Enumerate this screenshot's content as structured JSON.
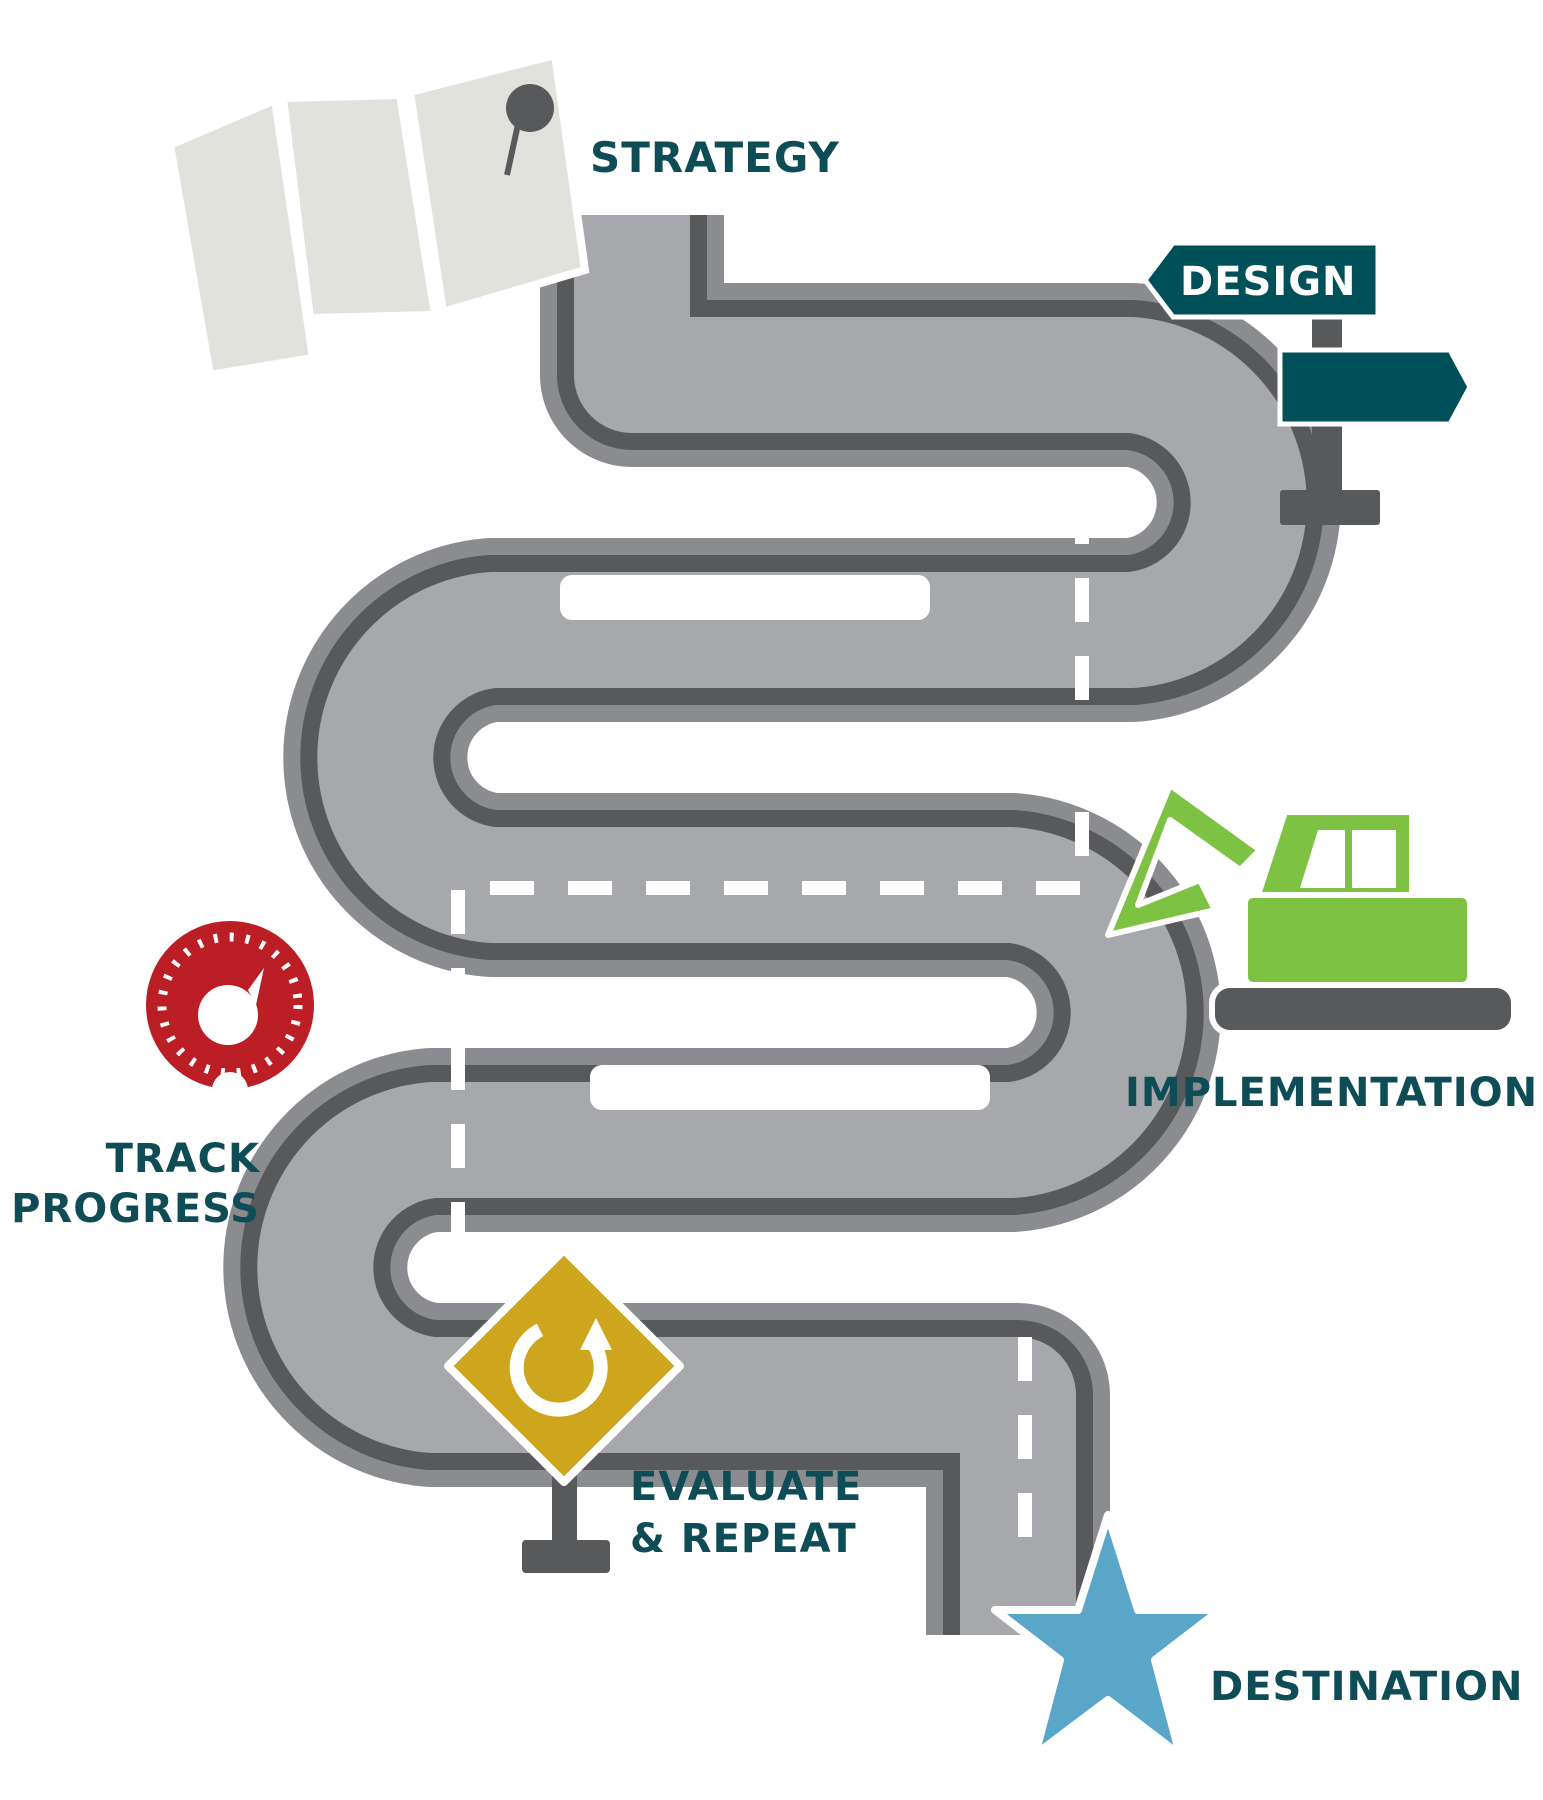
{
  "title": "",
  "colors": {
    "label_text": "#0f4d56",
    "road_surface": "#a7a8ab",
    "road_edge": "#58595b",
    "road_shoulder": "#8b8c8f",
    "lane_marking": "#ffffff",
    "sign_teal": "#00505a",
    "excavator_green": "#7dc242",
    "speedometer_red": "#bb1e24",
    "warning_sign_gold": "#cea61e",
    "star_blue": "#5aa6c8",
    "map_paper": "#e1e2dc",
    "pin": "#58595b"
  },
  "stages": [
    {
      "id": "strategy",
      "label": "STRATEGY",
      "icon": "folded-map-with-pin-icon"
    },
    {
      "id": "design",
      "label": "DESIGN",
      "icon": "signpost-icon"
    },
    {
      "id": "implementation",
      "label": "IMPLEMENTATION",
      "icon": "excavator-icon"
    },
    {
      "id": "track_progress",
      "label_lines": [
        "TRACK",
        "PROGRESS"
      ],
      "icon": "speedometer-icon"
    },
    {
      "id": "evaluate_repeat",
      "label_lines": [
        "EVALUATE",
        "& REPEAT"
      ],
      "icon": "refresh-warning-sign-icon"
    },
    {
      "id": "destination",
      "label": "DESTINATION",
      "icon": "star-icon"
    }
  ]
}
